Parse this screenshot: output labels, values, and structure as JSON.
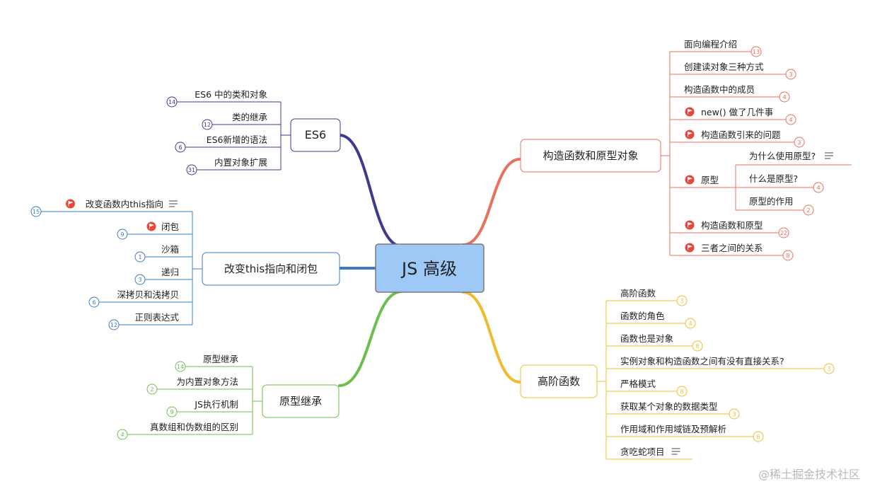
{
  "center": {
    "label": "JS 高级",
    "fill": "#9ec9f7",
    "stroke": "#7a7a7a"
  },
  "watermark": "@稀土掘金技术社区",
  "branches": [
    {
      "id": "es6",
      "label": "ES6",
      "color": "#3d3a8f",
      "side": "left",
      "children": [
        {
          "label": "ES6 中的类和对象",
          "badge": "14"
        },
        {
          "label": "类的继承",
          "badge": "12"
        },
        {
          "label": "ES6新增的语法",
          "badge": "6"
        },
        {
          "label": "内置对象扩展",
          "badge": "31"
        }
      ]
    },
    {
      "id": "this",
      "label": "改变this指向和闭包",
      "color": "#3d7cc0",
      "side": "left",
      "children": [
        {
          "label": "改变函数内this指向",
          "badge": "15",
          "flag": true,
          "note": true
        },
        {
          "label": "闭包",
          "badge": "9",
          "flag": true
        },
        {
          "label": "沙箱",
          "badge": "1"
        },
        {
          "label": "递归",
          "badge": "3"
        },
        {
          "label": "深拷贝和浅拷贝",
          "badge": "6"
        },
        {
          "label": "正则表达式",
          "badge": "12"
        }
      ]
    },
    {
      "id": "inherit",
      "label": "原型继承",
      "color": "#6cbf4f",
      "side": "left",
      "children": [
        {
          "label": "原型继承",
          "badge": "14"
        },
        {
          "label": "为内置对象方法",
          "badge": "2"
        },
        {
          "label": "JS执行机制",
          "badge": "9"
        },
        {
          "label": "真数组和伪数组的区别",
          "badge": "4"
        }
      ]
    },
    {
      "id": "proto",
      "label": "构造函数和原型对象",
      "color": "#e8705c",
      "side": "right",
      "children": [
        {
          "label": "面向编程介绍",
          "badge": "13"
        },
        {
          "label": "创建读对象三种方式",
          "badge": "3"
        },
        {
          "label": "构造函数中的成员",
          "badge": "4"
        },
        {
          "label": "new() 做了几件事",
          "badge": "4",
          "flag": true
        },
        {
          "label": "构造函数引来的问题",
          "badge": "3",
          "flag": true
        },
        {
          "label": "原型",
          "flag": true,
          "children": [
            {
              "label": "为什么使用原型?",
              "note": true
            },
            {
              "label": "什么是原型?",
              "badge": "4"
            },
            {
              "label": "原型的作用",
              "badge": "2"
            }
          ]
        },
        {
          "label": "构造函数和原型",
          "badge": "22",
          "flag": true
        },
        {
          "label": "三者之间的关系",
          "badge": "8",
          "flag": true
        }
      ]
    },
    {
      "id": "hof",
      "label": "高阶函数",
      "color": "#f0bc2c",
      "side": "right",
      "children": [
        {
          "label": "高阶函数",
          "badge": "3"
        },
        {
          "label": "函数的角色",
          "badge": "4"
        },
        {
          "label": "函数也是对象",
          "badge": "8"
        },
        {
          "label": "实例对象和构造函数之间有没有直接关系?",
          "badge": "3"
        },
        {
          "label": "严格模式",
          "badge": "6"
        },
        {
          "label": "获取某个对象的数据类型",
          "badge": "3"
        },
        {
          "label": "作用域和作用域链及预解析",
          "badge": "6"
        },
        {
          "label": "贪吃蛇项目",
          "note": true
        }
      ]
    }
  ]
}
